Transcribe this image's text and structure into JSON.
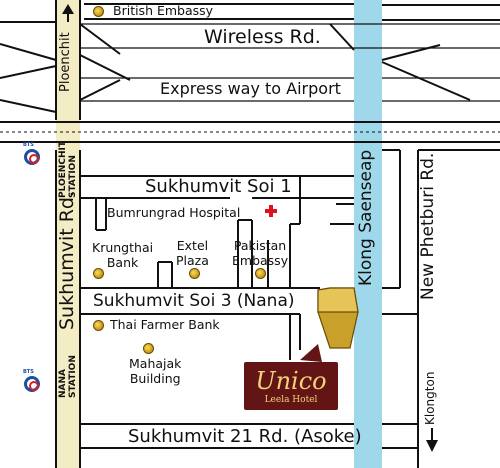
{
  "roads": {
    "wireless": "Wireless Rd.",
    "expressway": "Express way to Airport",
    "soi1": "Sukhumvit Soi 1",
    "soi3": "Sukhumvit Soi 3 (Nana)",
    "sukhumvit21": "Sukhumvit 21 Rd. (Asoke)",
    "sukhumvit": "Sukhumvit Rd.",
    "ploenchit": "Ploenchit",
    "new_phetburi": "New Phetburi Rd.",
    "klong_saenseap": "Klong Saenseap",
    "klongton": "Klongton"
  },
  "stations": {
    "ploenchit_station": [
      "PLOENCHIT",
      "STATION"
    ],
    "nana_station": [
      "NANA",
      "STATION"
    ],
    "bts_logo_text": "BTS",
    "bts_icon": "bts-logo-icon"
  },
  "pois": {
    "british_embassy": "British Embassy",
    "bumrungrad": "Bumrungrad Hospital",
    "krungthai": [
      "Krungthai",
      "Bank"
    ],
    "extel": [
      "Extel",
      "Plaza"
    ],
    "pakistan": [
      "Pakistan",
      "Embassy"
    ],
    "thai_farmer": "Thai Farmer Bank",
    "mahajak": [
      "Mahajak",
      "Building"
    ]
  },
  "hotel": {
    "name": "Unico",
    "subtitle": "Leela Hotel"
  },
  "colors": {
    "canal": "#9fd8ea",
    "sukhumvit_road": "#f4ecc4",
    "hotel_card": "#631515",
    "hotel_text": "#f0d37a",
    "marker_gold": "#d4a21c",
    "hospital_cross": "#e0101c"
  },
  "icons": {
    "marker": "gold-dot-icon",
    "hospital": "red-cross-icon",
    "arrow_up": "arrow-up-icon",
    "arrow_down": "arrow-down-icon"
  }
}
